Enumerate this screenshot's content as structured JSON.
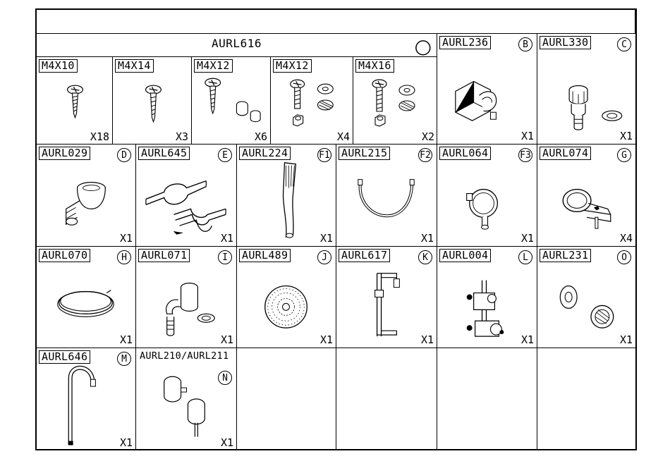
{
  "group": {
    "title": "AURL616",
    "items": [
      {
        "code": "M4X10",
        "qty": "X18"
      },
      {
        "code": "M4X14",
        "qty": "X3"
      },
      {
        "code": "M4X12",
        "qty": "X6"
      },
      {
        "code": "M4X12",
        "qty": "X4"
      },
      {
        "code": "M4X16",
        "qty": "X2"
      }
    ]
  },
  "parts": [
    {
      "code": "AURL236",
      "letter": "B",
      "qty": "X1"
    },
    {
      "code": "AURL330",
      "letter": "C",
      "qty": "X1"
    },
    {
      "code": "AURL029",
      "letter": "D",
      "qty": "X1"
    },
    {
      "code": "AURL645",
      "letter": "E",
      "qty": "X1"
    },
    {
      "code": "AURL224",
      "letter": "F1",
      "qty": "X1"
    },
    {
      "code": "AURL215",
      "letter": "F2",
      "qty": "X1"
    },
    {
      "code": "AURL064",
      "letter": "F3",
      "qty": "X1"
    },
    {
      "code": "AURL074",
      "letter": "G",
      "qty": "X4"
    },
    {
      "code": "AURL070",
      "letter": "H",
      "qty": "X1"
    },
    {
      "code": "AURL071",
      "letter": "I",
      "qty": "X1"
    },
    {
      "code": "AURL489",
      "letter": "J",
      "qty": "X1"
    },
    {
      "code": "AURL617",
      "letter": "K",
      "qty": "X1"
    },
    {
      "code": "AURL004",
      "letter": "L",
      "qty": "X1"
    },
    {
      "code": "AURL231",
      "letter": "O",
      "qty": "X1"
    },
    {
      "code": "AURL646",
      "letter": "M",
      "qty": "X1"
    },
    {
      "code": "AURL210/AURL211",
      "letter": "N",
      "qty": "X1"
    }
  ],
  "icons": {
    "group_marker": "empty-circle-icon",
    "screw": "screw-icon",
    "washer": "washer-icon",
    "nut": "hex-nut-icon",
    "bracket": "wall-bracket-icon",
    "adapter": "hose-adapter-icon",
    "waste": "waste-valve-icon",
    "clamp": "pipe-clamp-icon",
    "hand_shower": "hand-shower-icon",
    "hose": "shower-hose-icon",
    "outlet": "wall-outlet-icon",
    "coil": "coiled-pipe-icon",
    "elbow": "elbow-connector-icon",
    "shower_head": "shower-head-icon",
    "rail": "slide-rail-icon",
    "valve": "mixing-valve-icon",
    "flange": "flange-icon",
    "spout": "spout-arm-icon",
    "handle": "valve-handle-icon"
  }
}
